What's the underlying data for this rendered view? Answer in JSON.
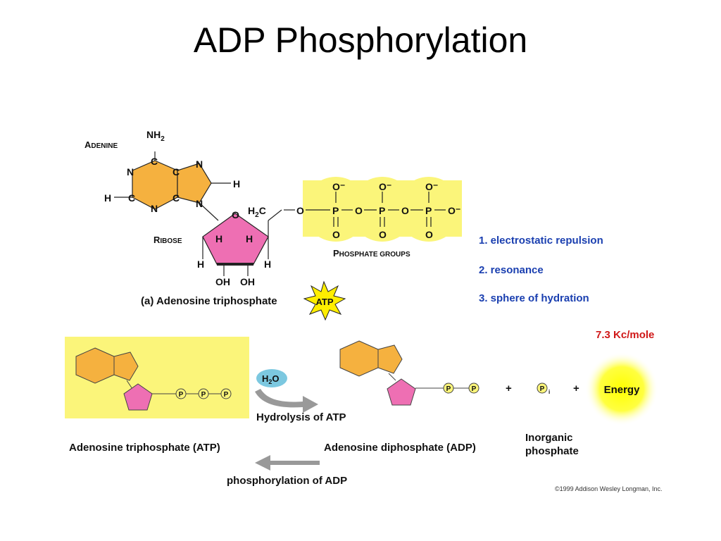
{
  "title": "ADP Phosphorylation",
  "structure": {
    "adenine_label_big": "A",
    "adenine_label_rest": "DENINE",
    "ribose_label_big": "R",
    "ribose_label_rest": "IBOSE",
    "phosphate_label_big": "P",
    "phosphate_label_rest": "HOSPHATE GROUPS",
    "atoms": {
      "nh2": "NH",
      "sub2": "2",
      "c": "C",
      "n": "N",
      "h": "H",
      "o": "O",
      "p": "P",
      "o_minus": "O⁻",
      "oh": "OH",
      "h2c": "H",
      "h2c_c": "C"
    },
    "caption": "(a)  Adenosine triphosphate",
    "atp_badge": "ATP"
  },
  "factors": [
    "1. electrostatic repulsion",
    "2. resonance",
    "3. sphere of hydration"
  ],
  "reaction": {
    "energy_value": "7.3 Kc/mole",
    "water": "H",
    "water_sub": "2",
    "water_o": "O",
    "hydrolysis_label": "Hydrolysis of ATP",
    "atp_label": "Adenosine triphosphate  (ATP)",
    "adp_label": "Adenosine diphosphate  (ADP)",
    "inorganic_line1": "Inorganic",
    "inorganic_line2": "phosphate",
    "phosphorylation_label": "phosphorylation of ADP",
    "energy_label": "Energy",
    "p_symbol": "P",
    "pi_sub": "i",
    "plus": "+"
  },
  "copyright": "©1999 Addison Wesley Longman, Inc.",
  "colors": {
    "adenine": "#f5b13f",
    "ribose": "#ee6fb3",
    "phosphate_bg": "#fbf57a",
    "factor_text": "#1a3fb0",
    "energy_text": "#d01818"
  }
}
